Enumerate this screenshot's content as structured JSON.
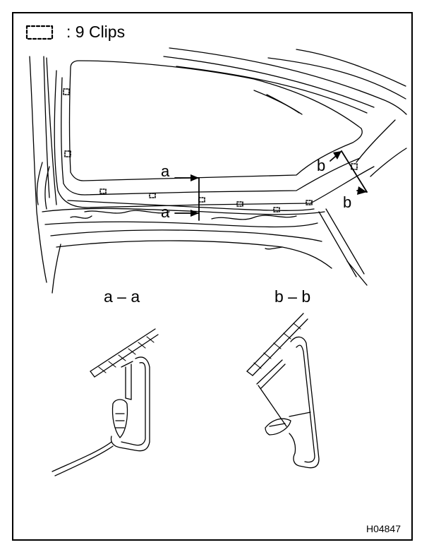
{
  "legend": {
    "icon": "dashed-clip-symbol",
    "text": ": 9 Clips"
  },
  "callouts": {
    "a_upper": "a",
    "a_lower": "a",
    "b_upper": "b",
    "b_lower": "b"
  },
  "sections": {
    "a": "a – a",
    "b": "b – b"
  },
  "figure_code": "H04847"
}
